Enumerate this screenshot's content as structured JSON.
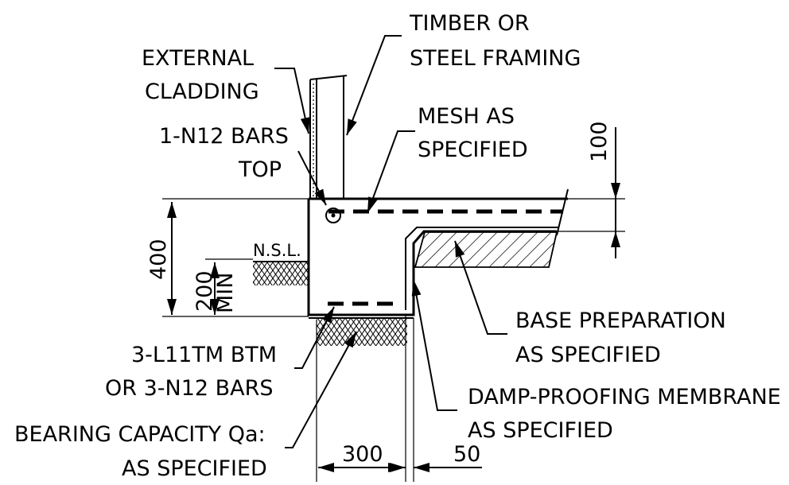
{
  "labels": {
    "timber_1": "TIMBER OR",
    "timber_2": "STEEL FRAMING",
    "cladding_1": "EXTERNAL",
    "cladding_2": "CLADDING",
    "bars_top_1": "1-N12 BARS",
    "bars_top_2": "TOP",
    "mesh_1": "MESH AS",
    "mesh_2": "SPECIFIED",
    "nsl": "N.S.L.",
    "base_1": "BASE PREPARATION",
    "base_2": "AS SPECIFIED",
    "btm_1": "3-L11TM BTM",
    "btm_2": "OR 3-N12 BARS",
    "dpm_1": "DAMP-PROOFING MEMBRANE",
    "dpm_2": "AS SPECIFIED",
    "bearing_1": "BEARING CAPACITY Qa:",
    "bearing_2": "AS SPECIFIED"
  },
  "dimensions": {
    "slab_thickness": "100",
    "footing_depth": "400",
    "embedment_value": "200",
    "embedment_note": "MIN",
    "footing_width": "300",
    "rebate": "50"
  }
}
